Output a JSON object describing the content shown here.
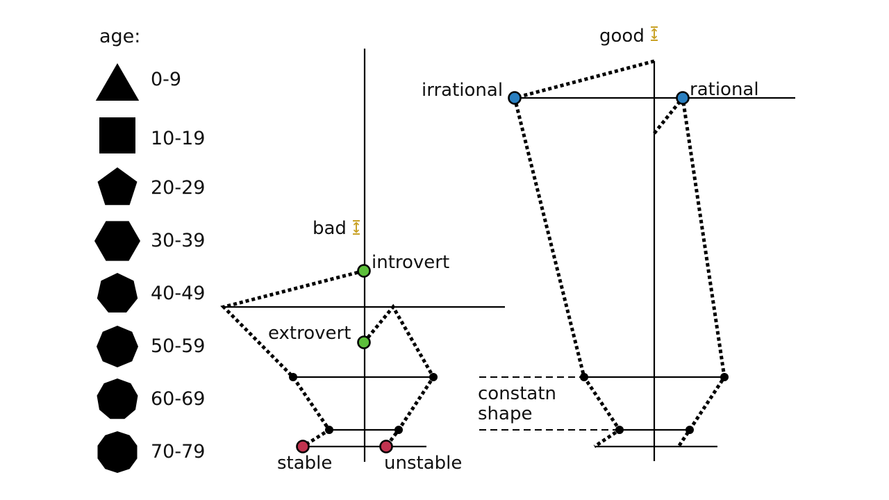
{
  "legend": {
    "title": "age:",
    "items": [
      {
        "label": "0-9",
        "shape": "triangle"
      },
      {
        "label": "10-19",
        "shape": "square"
      },
      {
        "label": "20-29",
        "shape": "pentagon"
      },
      {
        "label": "30-39",
        "shape": "hexagon"
      },
      {
        "label": "40-49",
        "shape": "heptagon"
      },
      {
        "label": "50-59",
        "shape": "octagon"
      },
      {
        "label": "60-69",
        "shape": "nonagon"
      },
      {
        "label": "70-79",
        "shape": "decagon"
      }
    ]
  },
  "left_figure": {
    "value_label": "bad",
    "top_labels": {
      "upper": "introvert",
      "lower": "extrovert"
    },
    "bottom_labels": {
      "left": "stable",
      "right": "unstable"
    }
  },
  "right_figure": {
    "value_label": "good",
    "top_labels": {
      "left": "irrational",
      "right": "rational"
    },
    "annotation_line1": "constatn",
    "annotation_line2": "shape"
  },
  "colors": {
    "introvert_extrovert": "#5cbf3a",
    "stable_unstable": "#c0334f",
    "rational_irrational": "#2a7fc0",
    "value_arrow": "#c9a227",
    "ink": "#000000"
  },
  "icons": {
    "value_marker": "updown-arrow-icon"
  }
}
